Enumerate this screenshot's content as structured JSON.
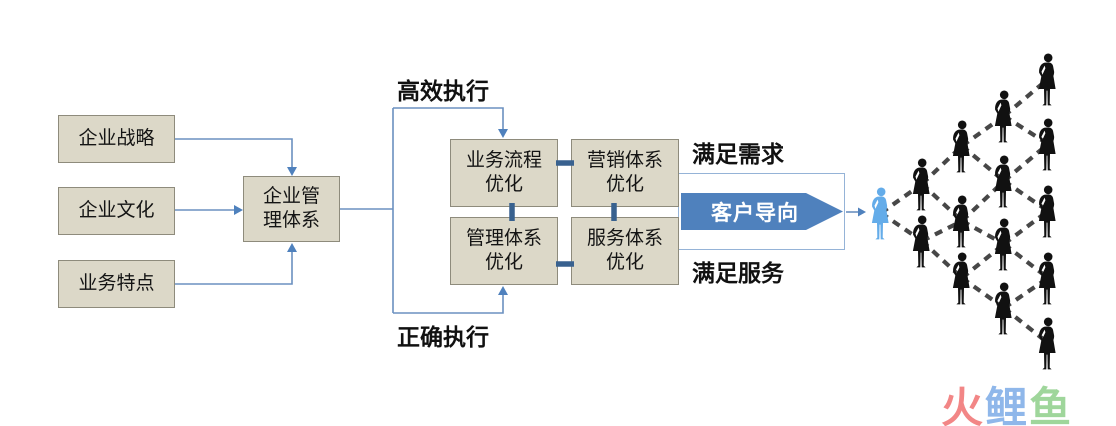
{
  "diagram": {
    "boxes": {
      "strategy": {
        "label": "企业战略"
      },
      "culture": {
        "label": "企业文化"
      },
      "business_traits": {
        "label": "业务特点"
      },
      "management_system": {
        "label": "企业管\n理体系"
      },
      "process_optimization": {
        "label": "业务流程\n优化"
      },
      "marketing_optimization": {
        "label": "营销体系\n优化"
      },
      "mgmt_system_optimization": {
        "label": "管理体系\n优化"
      },
      "service_optimization": {
        "label": "服务体系\n优化"
      }
    },
    "labels": {
      "efficient_execution": "高效执行",
      "correct_execution": "正确执行",
      "meet_demand": "满足需求",
      "meet_service": "满足服务",
      "customer_orientation": "客户导向"
    },
    "crowd": {
      "black_person_count": 14,
      "lead_person_count": 1
    },
    "colors": {
      "box_fill": "#dcd8c8",
      "box_border": "#8e8b7c",
      "thin_connector": "#6b90c0",
      "arrowhead": "#4f81bd",
      "thick_connector": "#38618f",
      "pentagon_fill": "#4f81bd",
      "rect_border": "#95b3d7",
      "person_black": "#111111",
      "person_blue": "#64ace9",
      "dash_gray": "#474747",
      "watermark_red": "#f28686",
      "watermark_blue": "#8fb7ea",
      "watermark_green": "#9fd69b"
    }
  },
  "watermark": {
    "chars": [
      {
        "text": "火"
      },
      {
        "text": "鲤"
      },
      {
        "text": "鱼"
      }
    ]
  }
}
